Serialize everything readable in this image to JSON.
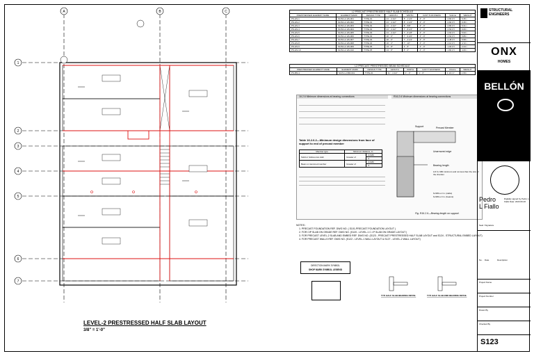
{
  "plan": {
    "title": "LEVEL-2 PRESTRESSED HALF SLAB LAYOUT",
    "scale": "3/8\" = 1'-0\"",
    "grid_columns": [
      "A",
      "B",
      "C"
    ],
    "grid_rows": [
      "1",
      "2",
      "3",
      "4",
      "5",
      "6",
      "7"
    ]
  },
  "schedule1": {
    "title": "L2 PRECAST PRESTRESSED HALF SLAB SCHEDULE",
    "headers": [
      "PRESTRESSED ELEMENT NAME",
      "ELEMENT MARK",
      "DESIGN TYPE",
      "LENGTH",
      "WIDTH",
      "CAST THICKNESS",
      "Volume",
      "WEIGHT"
    ],
    "rows": [
      [
        "PS-HS-1",
        "S1P2-L2-HS-001",
        "TYPE-01",
        "21' - 4 1/2\"",
        "8' - 1 1/2\"",
        "4\" - 0\"",
        "2.82 CY",
        "6.35 t"
      ],
      [
        "PS-HS-2",
        "S1P2-L2-HS-002",
        "TYPE-01",
        "21' - 4 1/2\"",
        "8' - 1 1/2\"",
        "4\" - 0\"",
        "2.82 CY",
        "6.35 t"
      ],
      [
        "PS-HS-3",
        "S1P2-L2-HS-003",
        "TYPE-02",
        "21' - 4 1/2\"",
        "8' - 5/8\"",
        "4\" - 0\"",
        "2.80 CY",
        "6.31 t"
      ],
      [
        "PS-HS-4",
        "S1P2-L2-HS-004",
        "TYPE-02",
        "21' - 4 1/2\"",
        "7' - 8 1/4\"",
        "4\" - 0\"",
        "2.69 CY",
        "6.06 t"
      ],
      [
        "PS-HS-5",
        "S1P2-L2-HS-005",
        "TYPE-03",
        "21' - 4 1/2\"",
        "7' - 6 1/8\"",
        "4\" - 0\"",
        "2.63 CY",
        "5.93 t"
      ],
      [
        "PS-HS-6",
        "S1P2-L2-HS-006",
        "TYPE-03",
        "20' - 6\"",
        "7' - 9 3/4\"",
        "4\" - 0\"",
        "2.62 CY",
        "5.89 t"
      ],
      [
        "PS-HS-7",
        "S1P2-L2-HS-007",
        "TYPE-04",
        "20' - 6\"",
        "7' - 4 1/4\"",
        "4\" - 0\"",
        "2.48 CY",
        "5.58 t"
      ],
      [
        "PS-HS-8",
        "S1P2-L2-HS-008",
        "TYPE-04",
        "16' - 3\"",
        "7' - 10\"",
        "4\" - 0\"",
        "2.10 CY",
        "4.72 t"
      ],
      [
        "PS-HS-9",
        "S1P2-L2-HS-009",
        "TYPE-05",
        "13' - 8\"",
        "4' - 5\"",
        "4\" - 0\"",
        "1.00 CY",
        "2.24 t"
      ],
      [
        "PS-HS-10",
        "S1P2-L2-HS-010",
        "TYPE-05",
        "13' - 8\"",
        "8' - 0\"",
        "4\" - 0\"",
        "1.80 CY",
        "4.06 t"
      ]
    ]
  },
  "schedule2": {
    "title": "L2 PRECAST PRESTRESSED BEAM SCHEDULE",
    "headers": [
      "PRESTRESSED ELEMENT NAME",
      "ELEMENT MARK",
      "DESIGN TYPE",
      "LENGTH",
      "WIDTH",
      "CAST THICKNESS",
      "Volume",
      "WEIGHT"
    ],
    "rows": [
      [
        "PS-BM-1",
        "S1P2-L2-BM-001",
        "TYPE-01",
        "21' - 4 1/2\"",
        "1' - 0\"",
        "1' - 6\"",
        "1.19 CY",
        "2.68 t"
      ]
    ]
  },
  "reference": {
    "left_head": "16.2.6 Minimum dimensions at bearing connections",
    "right_head": "R16.2.6 Minimum dimensions at bearing connections",
    "table_title": "Table 16.2.6.2—Minimum design dimensions from face of support to end of precast member",
    "table_headers": [
      "Member type",
      "Minimum distance, in."
    ],
    "table_rows": [
      [
        "Solid or hollow-core slab",
        "Greater of",
        "ℓn/180",
        "2"
      ],
      [
        "Beam or stemmed member",
        "Greater of",
        "ℓn/180",
        "3"
      ]
    ],
    "fig_caption": "Fig. R16.2.6—Bearing length on support.",
    "labels": [
      "Support",
      "Precast Member",
      "Unarmored edge",
      "Bearing length",
      "1/2 ℓn /180 minimum and not less than the size of the chamfer",
      "ℓn/180 ≥ 2 in. (slabs)",
      "ℓn/180 ≥ 3 in. (beams)"
    ]
  },
  "notes": {
    "title": "NOTES :",
    "items": [
      "1.  PRECAST FOUNDATION REF. DWG NO. ( S101-PRECAST FOUNDATION LAYOUT )",
      "2.  FOR CIP SLAB ON GRADE REF. DWG NO. (S120 - LEVEL-1 C.I.P SLAB ON GRADE LAYOUT )",
      "3.  FOR PRECAST LEVEL-2 SLAB AND EMBED REF. DWG NO. (S123 - PRECAST PRESTRESSED HALF SLAB LAYOUT and S124 - STRUCTURAL EMBED LAYOUT)",
      "4.  FOR PRECAST WALLS REF. DWG NO. (S122 - LEVEL-1 WALL LAYOUT & S127 - LEVEL-2 WALL LAYOUT)"
    ],
    "legend1": "DIRECTION MARK SYMBOL",
    "legend2": "SHOP MARK SYMBOL LEGEND",
    "detail1": "TYP. HALF SLAB BEARING DETAIL",
    "detail2": "TYP. HALF SLAB END BEARING DETAIL"
  },
  "titleblock": {
    "firm": "ENGINEERS",
    "firm_top": "STRUCTURAL",
    "client_logo": "ONX",
    "client_sub": "HOMES",
    "project": "BELLÓN",
    "signer_first": "Pedro",
    "signer_last": "L Fiallo",
    "signed_note": "Digitally signed by Pedro L Fiallo Date: 2023.09.26",
    "sheet_no": "S123",
    "labels": [
      "Seal / Signature",
      "No.",
      "Date",
      "Description",
      "Project Name",
      "Project Number",
      "Drawn By",
      "Checked By"
    ]
  }
}
